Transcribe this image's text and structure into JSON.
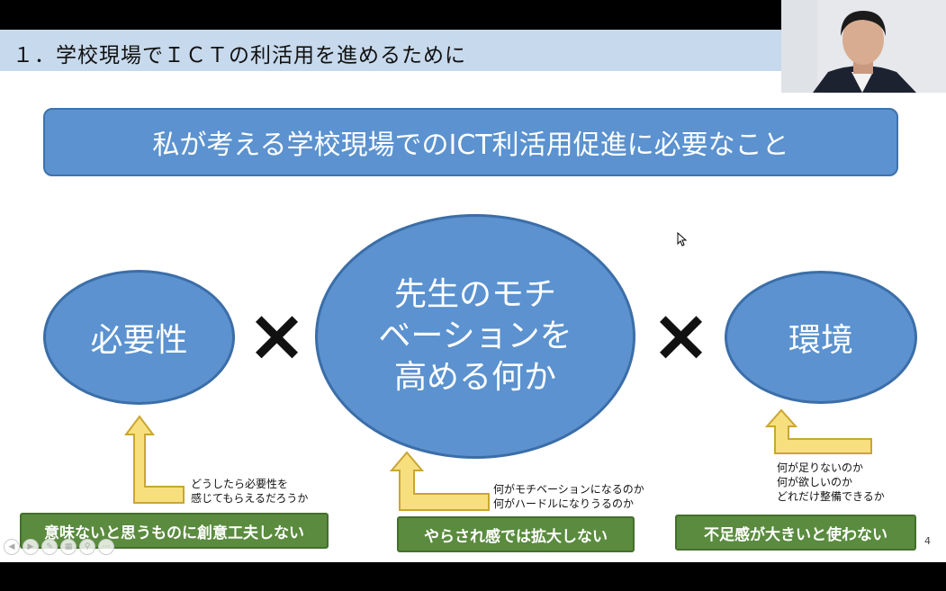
{
  "slide": {
    "title": "１．学校現場でＩＣＴの利活用を進めるために",
    "banner": "私が考える学校現場でのICT利活用促進に必要なこと",
    "ellipses": {
      "left": "必要性",
      "center_lines": [
        "先生のモチ",
        "ベーションを",
        "高める何か"
      ],
      "right": "環境"
    },
    "operators": [
      "×",
      "×"
    ],
    "notes": {
      "left": [
        "どうしたら必要性を",
        "感じてもらえるだろうか"
      ],
      "center": [
        "何がモチベーションになるのか",
        "何がハードルになりうるのか"
      ],
      "right": [
        "何が足りないのか",
        "何が欲しいのか",
        "どれだけ整備できるか"
      ]
    },
    "boxes": {
      "left": "意味ないと思うものに創意工夫しない",
      "center": "やらされ感では拡大しない",
      "right": "不足感が大きいと使わない"
    },
    "page_number": "4"
  },
  "colors": {
    "accent_blue": "#5b92cf",
    "green": "#5a8b3e",
    "arrow_yellow": "#f8df7e",
    "header_bg": "#c7d9ec"
  },
  "icons": {
    "controls": [
      "prev-icon",
      "play-icon",
      "pen-icon",
      "slides-icon",
      "zoom-icon",
      "more-icon"
    ]
  }
}
